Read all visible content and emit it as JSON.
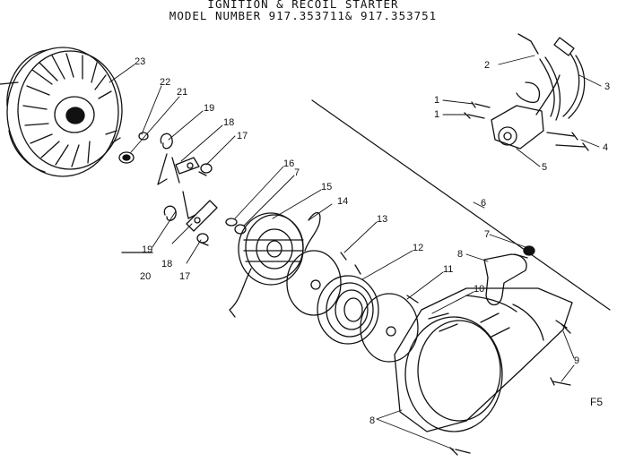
{
  "title_line1": "IGNITION & RECOIL STARTER",
  "title_line2": "MODEL NUMBER 917.353711& 917.353751",
  "figure_code": "F5",
  "callouts": {
    "c23": "23",
    "c22": "22",
    "c21": "21",
    "c19a": "19",
    "c18a": "18",
    "c17a": "17",
    "c16": "16",
    "c7a": "7",
    "c15": "15",
    "c14": "14",
    "c13": "13",
    "c12": "12",
    "c11": "11",
    "c10": "10",
    "c19b": "19",
    "c18b": "18",
    "c17b": "17",
    "c20": "20",
    "c2": "2",
    "c3": "3",
    "c1a": "1",
    "c1b": "1",
    "c4": "4",
    "c5": "5",
    "c6": "6",
    "c7b": "7",
    "c8a": "8",
    "c9a": "9",
    "c8b": "8"
  }
}
